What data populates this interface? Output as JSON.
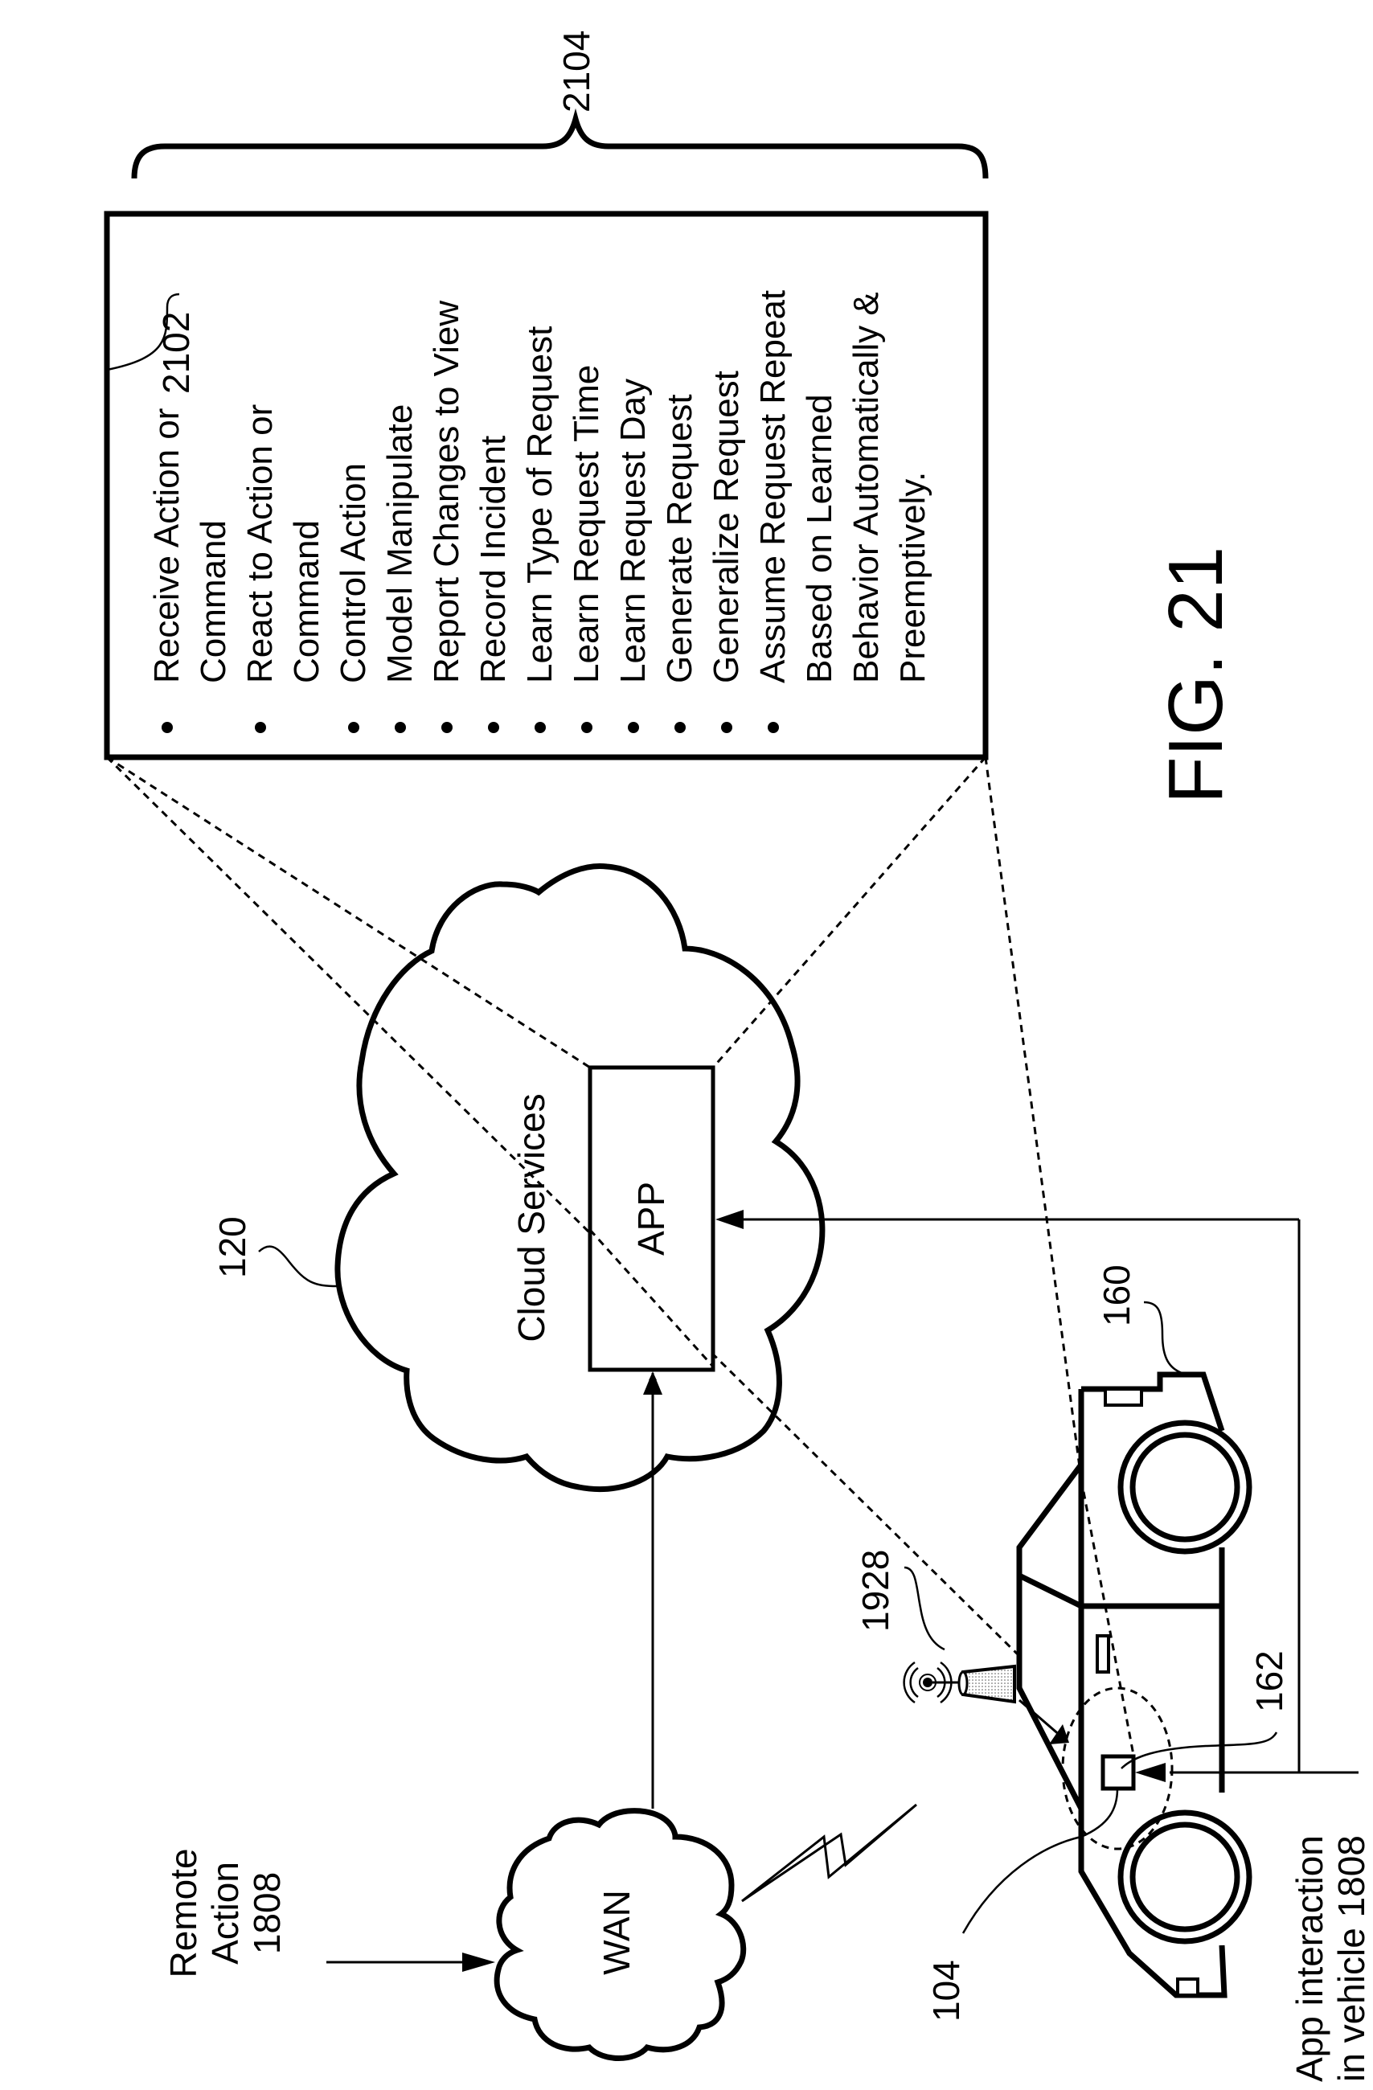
{
  "figure": {
    "title": "FIG. 21",
    "orientation": "rotated-90-ccw"
  },
  "reference_labels": {
    "list_group": "2104",
    "list_box": "2102",
    "cloud": "120",
    "vehicle": "160",
    "antenna": "1928",
    "device": "104",
    "vehicle_app": "162"
  },
  "list_box": {
    "items": [
      {
        "bullet": true,
        "text": "Receive Action or"
      },
      {
        "bullet": false,
        "text": "Command"
      },
      {
        "bullet": true,
        "text": "React to Action or"
      },
      {
        "bullet": false,
        "text": "Command"
      },
      {
        "bullet": true,
        "text": "Control Action"
      },
      {
        "bullet": true,
        "text": "Model Manipulate"
      },
      {
        "bullet": true,
        "text": "Report Changes to View"
      },
      {
        "bullet": true,
        "text": "Record Incident"
      },
      {
        "bullet": true,
        "text": "Learn Type of Request"
      },
      {
        "bullet": true,
        "text": "Learn Request Time"
      },
      {
        "bullet": true,
        "text": "Learn Request Day"
      },
      {
        "bullet": true,
        "text": "Generate Request"
      },
      {
        "bullet": true,
        "text": "Generalize Request"
      },
      {
        "bullet": true,
        "text": "Assume Request Repeat"
      },
      {
        "bullet": false,
        "text": "Based on Learned"
      },
      {
        "bullet": false,
        "text": "Behavior Automatically &"
      },
      {
        "bullet": false,
        "text": "Preemptively."
      }
    ]
  },
  "cloud_services": {
    "label": "Cloud Services",
    "app_label": "APP"
  },
  "wan": {
    "label": "WAN"
  },
  "remote_action": {
    "lines": [
      "Remote",
      "Action",
      "1808"
    ]
  },
  "app_interaction": {
    "lines": [
      "App interaction",
      "in vehicle 1808"
    ]
  }
}
